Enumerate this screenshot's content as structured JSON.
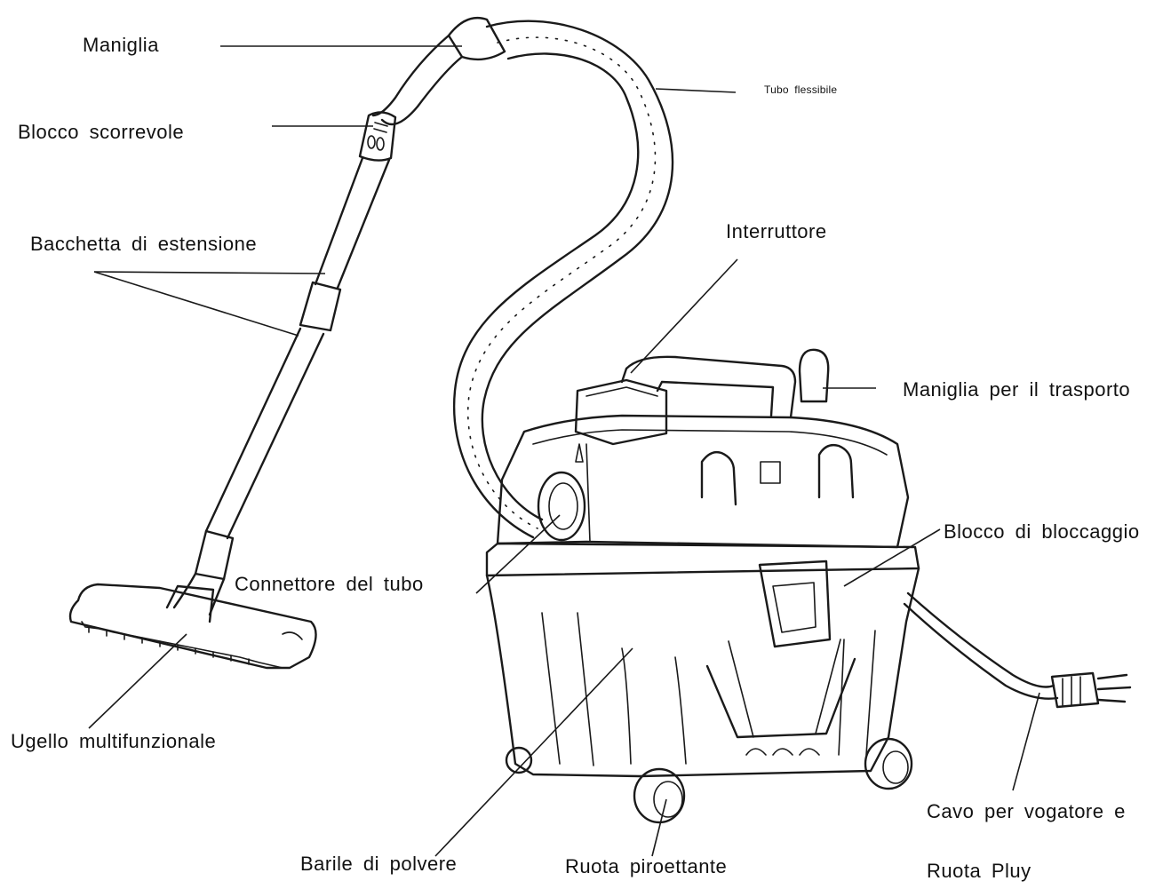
{
  "labels": {
    "maniglia": "Maniglia",
    "tubo_flessibile": "Tubo flessibile",
    "blocco_scorrevole": "Blocco scorrevole",
    "bacchetta_estensione": "Bacchetta di estensione",
    "interruttore": "Interruttore",
    "maniglia_trasporto": "Maniglia per il trasporto",
    "blocco_bloccaggio": "Blocco di bloccaggio",
    "connettore_tubo": "Connettore del tubo",
    "ugello_multifunzionale": "Ugello multifunzionale",
    "cavo_line1": "Cavo per vogatore e",
    "cavo_line2": "Ruota Pluy",
    "barile_polvere": "Barile di polvere",
    "ruota_piroettante": "Ruota piroettante"
  },
  "colors": {
    "ink": "#1a1a1a",
    "background": "#ffffff"
  }
}
